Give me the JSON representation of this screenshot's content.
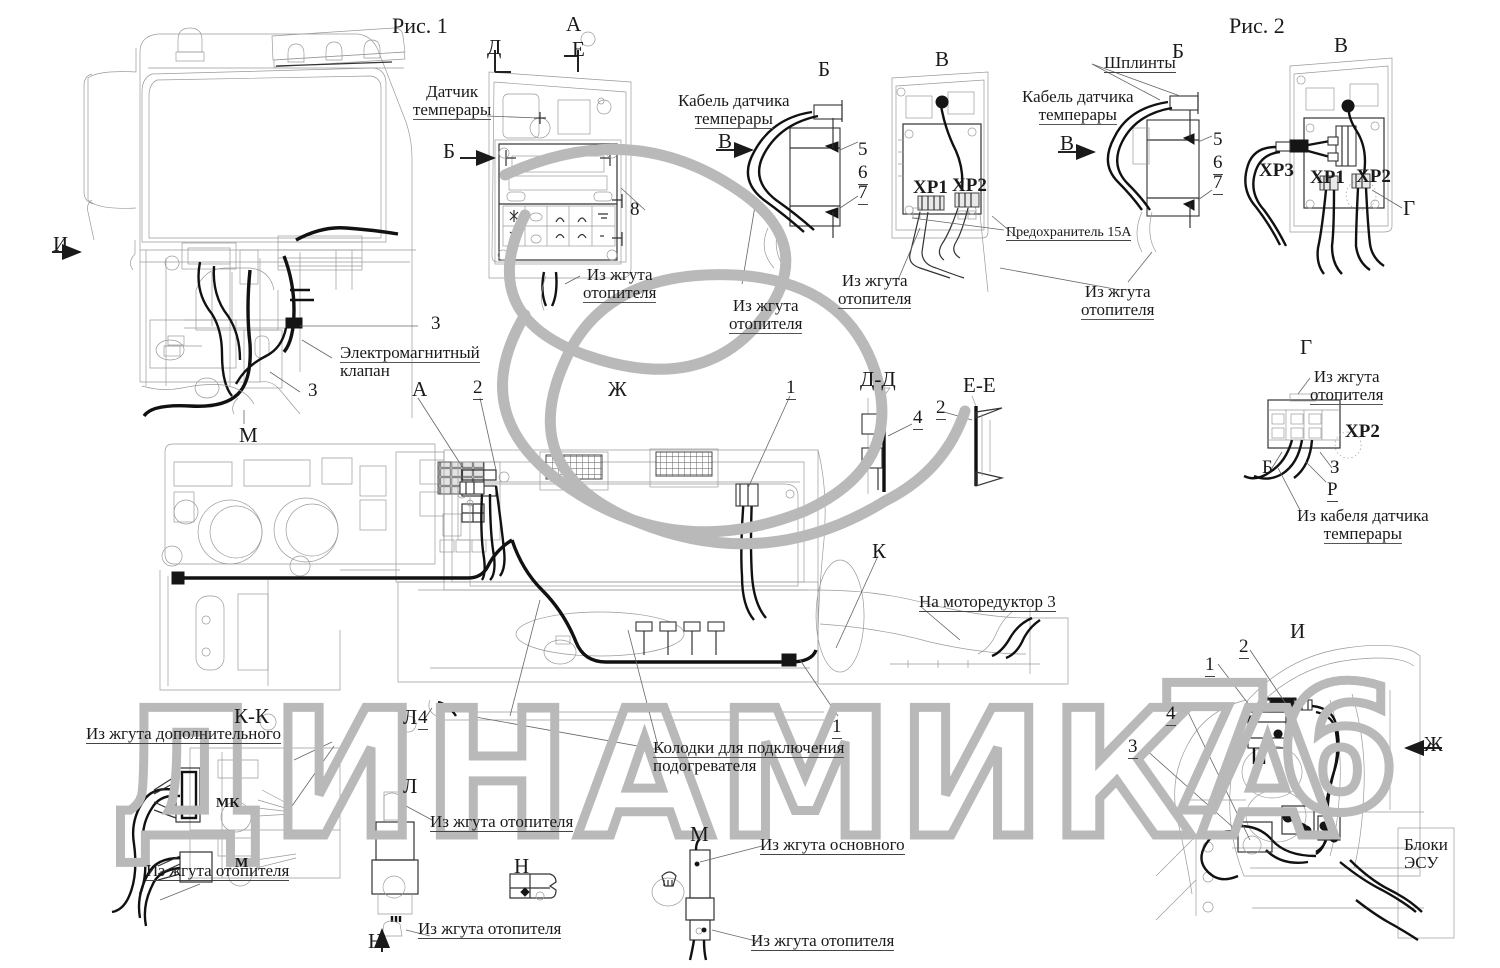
{
  "figures": {
    "fig1": "Рис. 1",
    "fig2": "Рис. 2"
  },
  "section_marks": {
    "a": "А",
    "b": "Б",
    "v": "В",
    "g": "Г",
    "d": "Д",
    "e": "Е",
    "zh": "Ж",
    "z": "З",
    "i": "И",
    "k": "К",
    "l": "Л",
    "m": "М",
    "n": "Н",
    "r": "Р",
    "dd": "Д-Д",
    "ee": "Е-Е",
    "kk": "К-К"
  },
  "labels": {
    "temp_sensor": {
      "line1": "Датчик",
      "line2": "темперары"
    },
    "temp_sensor_cable": {
      "line1": "Кабель датчика",
      "line2": "темперары"
    },
    "temp_sensor_cable2": {
      "line1": "Кабель датчика",
      "line2": "темперары"
    },
    "from_heater_harness": {
      "line1": "Из жгута",
      "line2": "отопителя"
    },
    "from_heater_harness_b": {
      "line1": "Из жгута",
      "line2": "отопителя"
    },
    "from_heater_harness_v": {
      "line1": "Из жгута",
      "line2": "отопителя"
    },
    "from_heater_harness_v2": {
      "line1": "Из жгута",
      "line2": "отопителя"
    },
    "from_heater_harness_g": {
      "line1": "Из жгута",
      "line2": "отопителя"
    },
    "from_temp_cable": {
      "line1": "Из кабеля датчика",
      "line2": "темперары"
    },
    "cotter_pins": "Шплинты",
    "fuse": "Предохранитель 15А",
    "solenoid_valve": {
      "line1": "Электромагнитный",
      "line2": "клапан"
    },
    "to_gearmotor": "На моторедуктор 3",
    "heater_connectors": {
      "line1": "Колодки для подключения",
      "line2": "подогревателя"
    },
    "from_additional_harness": "Из жгута дополнительного",
    "from_heater_harness_kk": "Из жгута отопителя",
    "from_heater_harness_l1": "Из жгута отопителя",
    "from_heater_harness_l2": "Из жгута отопителя",
    "from_main_harness": "Из жгута основного",
    "from_heater_harness_m": "Из жгута отопителя",
    "esu_blocks": {
      "line1": "Блоки",
      "line2": "ЭСУ"
    }
  },
  "connectors": {
    "xp1_b": "XP1",
    "xp2_b": "XP2",
    "xp1_v": "XP1",
    "xp2_v": "XP2",
    "xp3_v": "XP3",
    "xp2_g": "XP2"
  },
  "item_numbers": {
    "n1": "1",
    "n2": "2",
    "n3": "3",
    "n4": "5",
    "n5": "6",
    "n6": "7",
    "n7": "8",
    "p1": "1",
    "p2": "2",
    "p3": "3",
    "p4": "4",
    "p5": "5",
    "p6": "6",
    "p7": "7"
  },
  "callouts": [
    {
      "id": "c3a",
      "text": "3"
    },
    {
      "id": "c3b",
      "text": "3"
    },
    {
      "id": "c8",
      "text": "8"
    },
    {
      "id": "c5",
      "text": "5"
    },
    {
      "id": "c6",
      "text": "6"
    },
    {
      "id": "c7",
      "text": "7"
    },
    {
      "id": "c5b",
      "text": "5"
    },
    {
      "id": "c6b",
      "text": "6"
    },
    {
      "id": "c7b",
      "text": "7"
    },
    {
      "id": "c2a",
      "text": "2"
    },
    {
      "id": "c1a",
      "text": "1"
    },
    {
      "id": "c4a",
      "text": "4"
    },
    {
      "id": "c2b",
      "text": "2"
    },
    {
      "id": "c1b",
      "text": "1"
    },
    {
      "id": "c4b",
      "text": "4"
    },
    {
      "id": "c4c",
      "text": "4"
    },
    {
      "id": "c1c",
      "text": "1"
    },
    {
      "id": "c2c",
      "text": "2"
    },
    {
      "id": "c3c",
      "text": "3"
    },
    {
      "id": "c4d",
      "text": "4"
    },
    {
      "id": "c3d",
      "text": "3"
    }
  ],
  "motor_marks": {
    "mk": "МК",
    "m": "М"
  },
  "watermark": {
    "text": "ДИНАМИКА",
    "digits": "76",
    "swirl": "2",
    "color": "#b9b9b9"
  },
  "colors": {
    "ink": "#1a1a1a",
    "line": "#333333",
    "thin": "#9a9a9a",
    "watermark": "#b9b9b9",
    "paper": "#ffffff"
  }
}
